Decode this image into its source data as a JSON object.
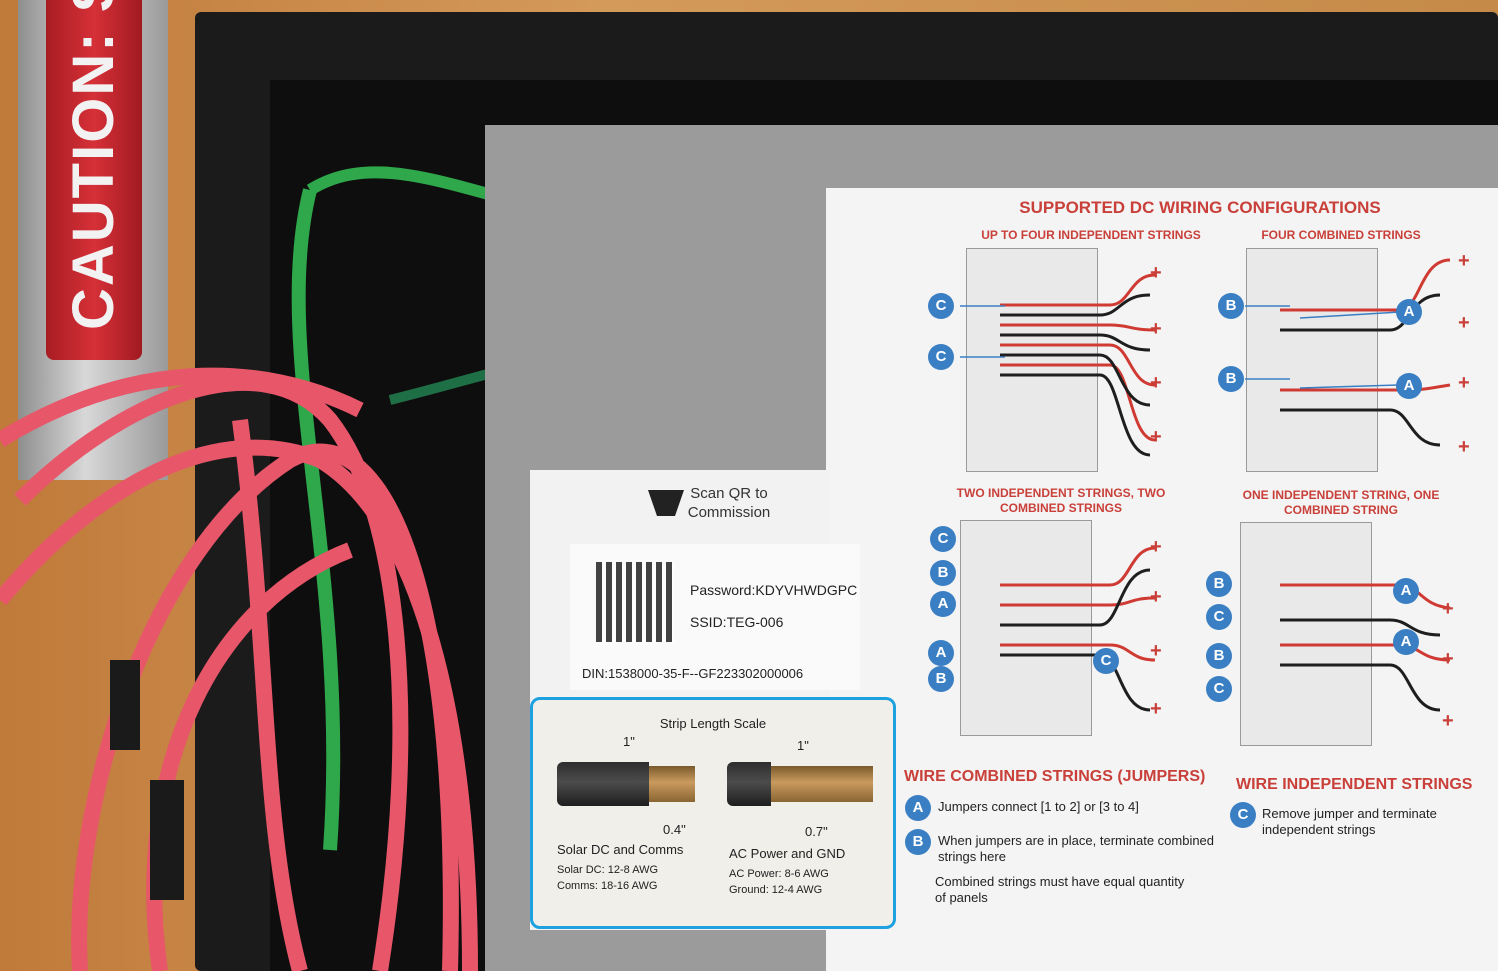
{
  "caution": {
    "text": "CAUTION: SOL"
  },
  "qr": {
    "scan_text": "Scan QR to Commission",
    "password": "Password:KDYVHWDGPC",
    "ssid": "SSID:TEG-006",
    "din": "DIN:1538000-35-F--GF223302000006"
  },
  "scale": {
    "title": "Strip Length Scale",
    "left": {
      "length": "1\"",
      "strip": "0.4\"",
      "name": "Solar DC and Comms",
      "line1": "Solar DC: 12-8 AWG",
      "line2": "Comms: 18-16 AWG"
    },
    "right": {
      "length": "1\"",
      "strip": "0.7\"",
      "name": "AC Power and GND",
      "line1": "AC Power: 8-6 AWG",
      "line2": "Ground: 12-4 AWG"
    }
  },
  "wiring": {
    "title": "SUPPORTED DC WIRING CONFIGURATIONS",
    "configs": [
      {
        "label": "UP TO FOUR INDEPENDENT STRINGS"
      },
      {
        "label": "FOUR COMBINED STRINGS"
      },
      {
        "label": "TWO INDEPENDENT STRINGS, TWO COMBINED STRINGS"
      },
      {
        "label": "ONE INDEPENDENT STRING, ONE COMBINED STRING"
      }
    ],
    "combined_title": "WIRE COMBINED STRINGS (JUMPERS)",
    "independent_title": "WIRE INDEPENDENT STRINGS",
    "note_a": "Jumpers connect [1 to 2] or [3 to 4]",
    "note_b": "When jumpers are in place, terminate combined strings here",
    "note_equal": "Combined strings must have equal quantity of panels",
    "note_c": "Remove jumper and terminate independent strings",
    "letters": {
      "a": "A",
      "b": "B",
      "c": "C"
    },
    "plus": "+",
    "minus": "−"
  }
}
